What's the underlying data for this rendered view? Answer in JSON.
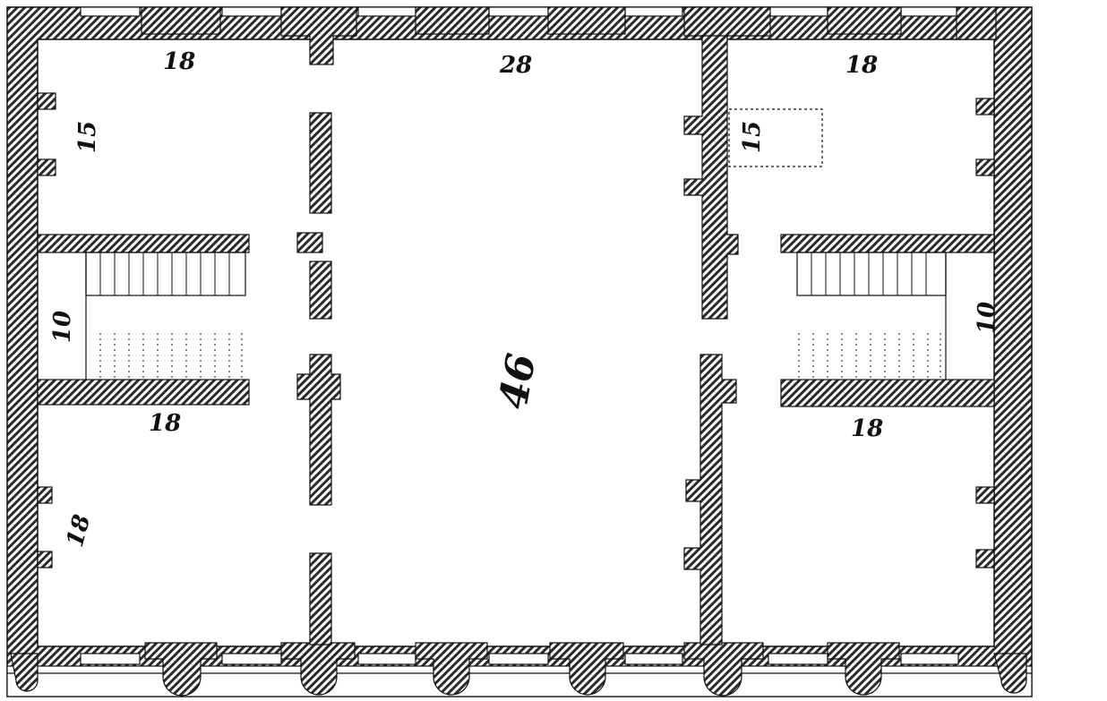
{
  "plan": {
    "style": {
      "ink": "#111111",
      "hatch_fill": "#2b2b2b",
      "paper": "#ffffff"
    },
    "room_labels": {
      "top_left_room": "18",
      "top_center_room": "28",
      "top_right_room": "18",
      "left_upper_closet": "15",
      "right_upper_closet": "15",
      "left_stair_landing": "10",
      "right_stair_landing": "10",
      "central_hall": "46",
      "left_lower_room_top": "18",
      "right_lower_room_top": "18",
      "left_lower_room_side": "18"
    }
  }
}
